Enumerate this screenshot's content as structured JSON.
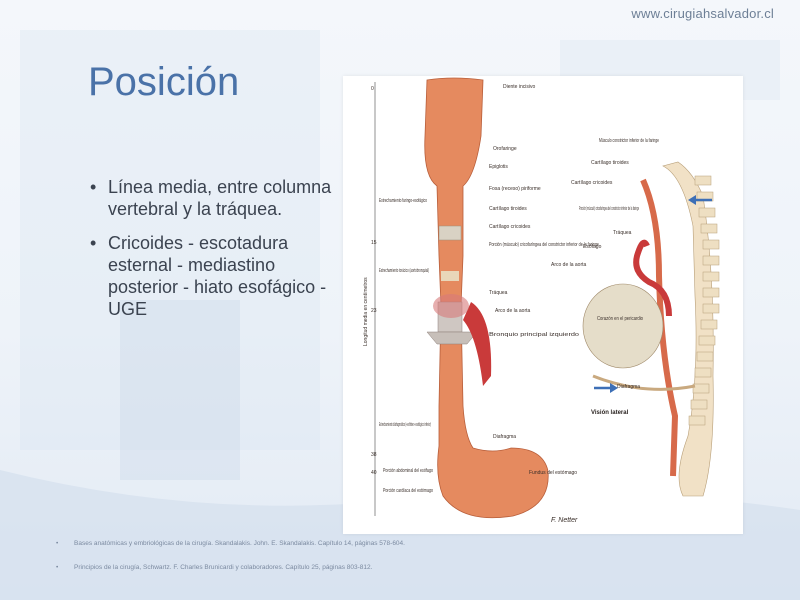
{
  "header": {
    "site_url": "www.cirugiahsalvador.cl"
  },
  "slide": {
    "title": "Posición",
    "bullets": [
      "Línea media, entre columna vertebral y la tráquea.",
      "Cricoides - escotadura esternal - mediastino posterior - hiato esofágico - UGE"
    ]
  },
  "figure": {
    "axis_label": "Longitud media en centímetros",
    "ticks": [
      "0",
      "15",
      "23",
      "38",
      "40"
    ],
    "labels_right": [
      "Diente incisivo",
      "Orofaringe",
      "Epiglotis",
      "Fosa (receso) piriforme",
      "Cartílago tiroides",
      "Cartílago cricoides",
      "Porción (músculo) cricofaríngea del constrictor inferior de la faringe",
      "Tráquea",
      "Arco de la aorta",
      "Bronquio principal izquierdo",
      "Diafragma",
      "Fundus del estómago"
    ],
    "labels_left": [
      "Estrechamiento faringo-esofágico",
      "Estrechamiento torácico (aortobronquial)",
      "Estrechamiento diafragmático («esfínter» esofágico inferior)",
      "Porción abdominal del esófago",
      "Porción cardíaca del estómago"
    ],
    "lateral_labels": [
      "Músculo constrictor inferior de la faringe",
      "Cartílago tiroides",
      "Cartílago cricoides",
      "Porción (músculo) cricofaríngea del constrictor inferior de la faringe",
      "Tráquea",
      "Esófago",
      "Arco de la aorta",
      "Corazón en el pericardio",
      "Diafragma"
    ],
    "lateral_caption": "Visión lateral",
    "signature": "F. Netter"
  },
  "references": [
    "Bases anatómicas y embriológicas de la cirugía. Skandalakis. John. E. Skandalakis. Capítulo 14, páginas 578-604.",
    "Principios de la cirugía, Schwartz. F. Charles Brunicardi y colaboradores. Capítulo 25, páginas 803-812."
  ],
  "colors": {
    "title": "#4a72a8",
    "accent_arrow": "#3d6fb6"
  }
}
